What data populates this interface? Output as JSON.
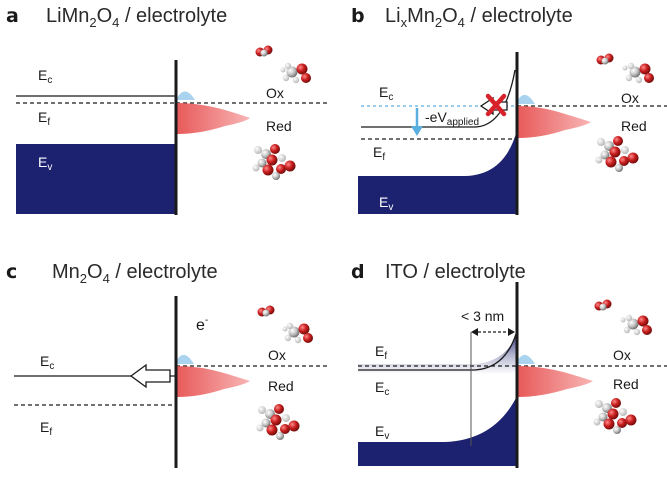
{
  "panels": {
    "a": {
      "letter": "a",
      "title": {
        "pre": "LiMn",
        "s1": "2",
        "mid": "O",
        "s2": "4",
        "post": " / electrolyte"
      },
      "ec": {
        "main": "E",
        "sub": "c"
      },
      "ef": {
        "main": "E",
        "sub": "f"
      },
      "ev": {
        "main": "E",
        "sub": "v"
      },
      "ox": "Ox",
      "red": "Red"
    },
    "b": {
      "letter": "b",
      "title": {
        "pre": "Li",
        "s0": "x",
        "mid0": "Mn",
        "s1": "2",
        "mid": "O",
        "s2": "4",
        "post": " / electrolyte"
      },
      "ec": {
        "main": "E",
        "sub": "c"
      },
      "ef": {
        "main": "E",
        "sub": "f"
      },
      "ev": {
        "main": "E",
        "sub": "v"
      },
      "applied": {
        "main": "-eV",
        "sub": "applied"
      },
      "ox": "Ox",
      "red": "Red"
    },
    "c": {
      "letter": "c",
      "title": {
        "pre": "Mn",
        "s1": "2",
        "mid": "O",
        "s2": "4",
        "post": " / electrolyte"
      },
      "ec": {
        "main": "E",
        "sub": "c"
      },
      "ef": {
        "main": "E",
        "sub": "f"
      },
      "electron": {
        "main": "e",
        "sup": "-"
      },
      "ox": "Ox",
      "red": "Red"
    },
    "d": {
      "letter": "d",
      "title": "ITO / electrolyte",
      "ef": {
        "main": "E",
        "sub": "f"
      },
      "ec": {
        "main": "E",
        "sub": "c"
      },
      "ev": {
        "main": "E",
        "sub": "v"
      },
      "width": "< 3 nm",
      "ox": "Ox",
      "red": "Red"
    }
  },
  "colors": {
    "valence_band": "#1c2270",
    "red_state": "#ec7a7a",
    "ox_state": "#a9d3ee",
    "blocked_cross": "#d8222a",
    "arrow_blue": "#5aaee0",
    "molecule_red": "#c81e1e",
    "molecule_grey": "#c8c8c8"
  },
  "icons": [
    "molecule-icon",
    "blocked-transfer-icon",
    "electron-transfer-arrow-icon"
  ]
}
